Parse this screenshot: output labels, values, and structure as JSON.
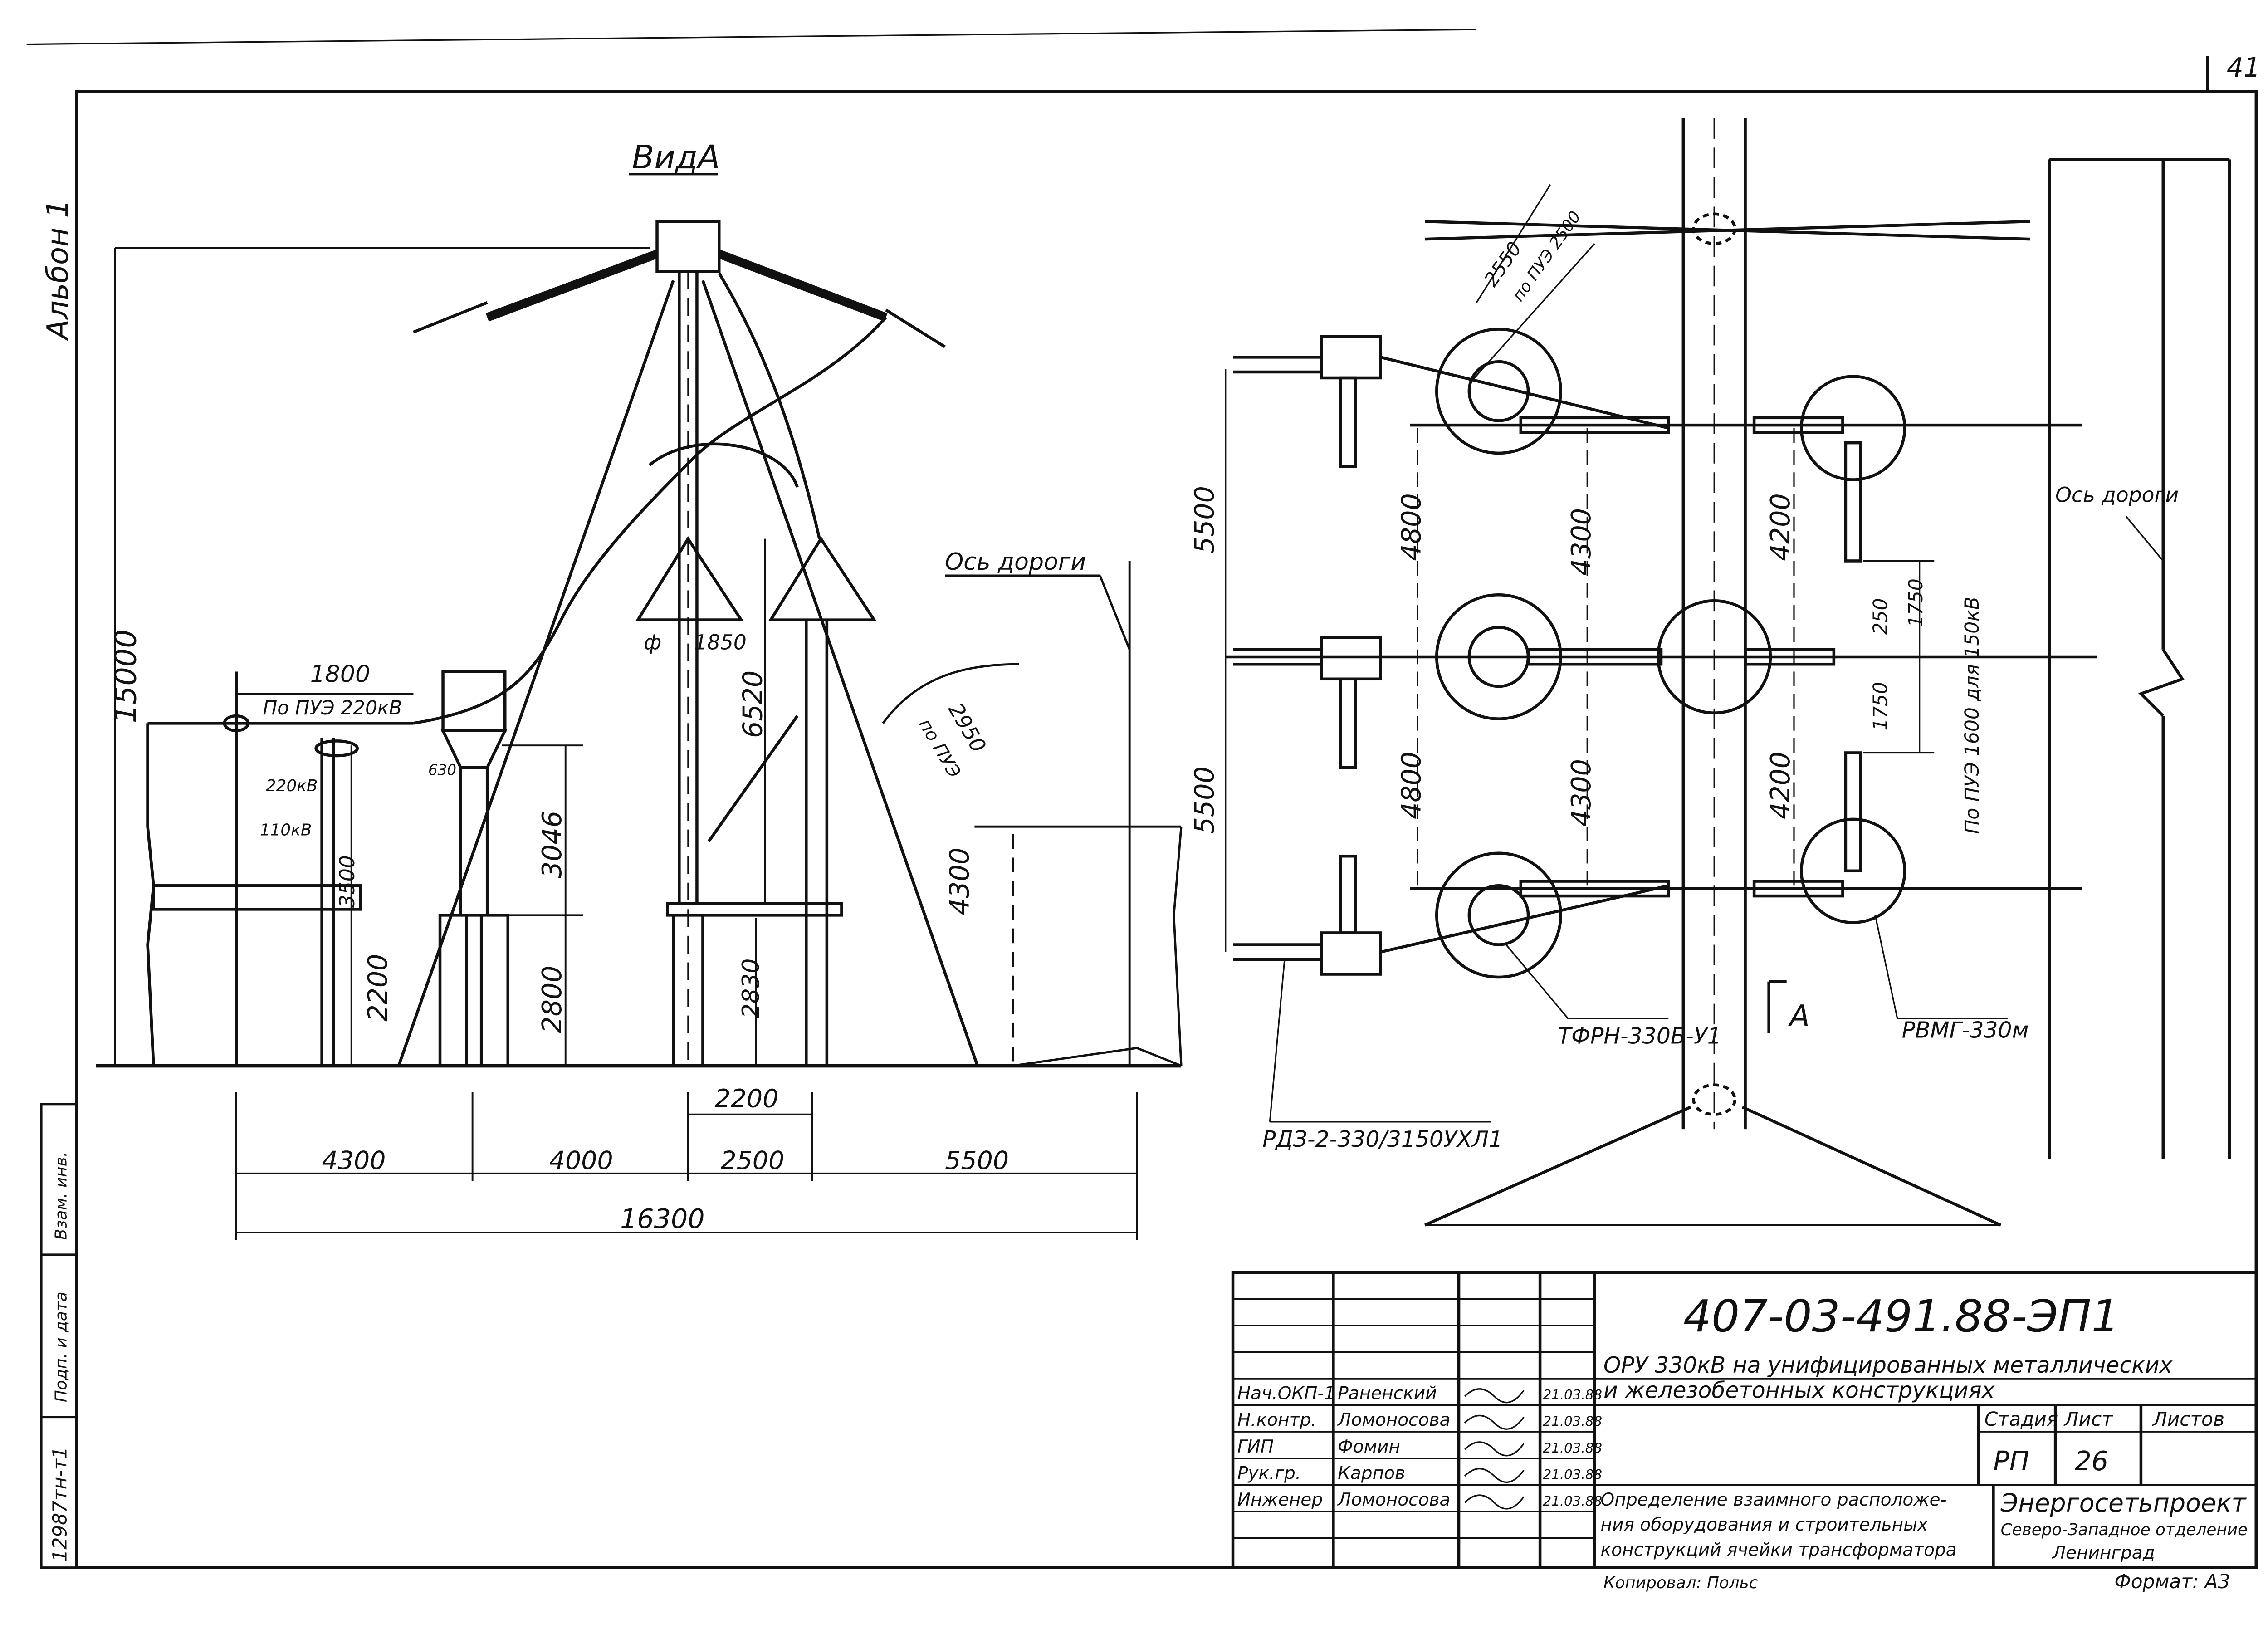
{
  "sheet_number": "41",
  "album": "Альбон 1",
  "side_stamp": {
    "inventory": "12987тн-т1",
    "field_a": "Подп. и дата",
    "field_b": "Взам. инв."
  },
  "view_title": "ВидА",
  "road_axis": "Ось дороги",
  "section": {
    "height_total": "15000",
    "dim_1800": "1800",
    "note_220": "По ПУЭ 220кВ",
    "v220": "220кВ",
    "v110": "110кВ",
    "d3500": "3500",
    "d2200": "2200",
    "d630": "630",
    "d3046": "3046",
    "d2800": "2800",
    "phi": "ф",
    "d1850": "1850",
    "d6520": "6520",
    "d2830": "2830",
    "d2950": "2950",
    "note_pue": "по ПУЭ",
    "d4300": "4300",
    "base_2200": "2200",
    "b4300": "4300",
    "b4000": "4000",
    "b2500": "2500",
    "b5500": "5500",
    "total": "16300"
  },
  "plan": {
    "d2550": "2550",
    "pue2500": "по ПУЭ 2500",
    "d5500a": "5500",
    "d5500b": "5500",
    "d4800a": "4800",
    "d4800b": "4800",
    "d4300a": "4300",
    "d4300b": "4300",
    "d4200a": "4200",
    "d4200b": "4200",
    "d250": "250",
    "d1750a": "1750",
    "d1750b": "1750",
    "pue150": "По ПУЭ 1600 для 150кВ",
    "tfrn": "ТФРН-330Б-У1",
    "rvmg": "РВМГ-330м",
    "rdz": "РДЗ-2-330/3150УХЛ1",
    "arrow_a": "А"
  },
  "title_block": {
    "code": "407-03-491.88-ЭП1",
    "project_line1": "ОРУ 330кВ на унифицированных металлических",
    "project_line2": "и железобетонных конструкциях",
    "stage_h": "Стадия",
    "sheet_h": "Лист",
    "sheets_h": "Листов",
    "stage": "РП",
    "sheet": "26",
    "sheets": "",
    "drawing_line1": "Определение взаимного расположе-",
    "drawing_line2": "ния оборудования и строительных",
    "drawing_line3": "конструкций ячейки трансформатора",
    "org1": "Энергосетьпроект",
    "org2": "Северо-Западное отделение",
    "org3": "Ленинград",
    "copied": "Копировал: Польс",
    "format": "Формат: А3",
    "signers": [
      {
        "role": "Нач.ОКП-1",
        "name": "Раненский",
        "date": "21.03.88"
      },
      {
        "role": "Н.контр.",
        "name": "Ломоносова",
        "date": "21.03.88"
      },
      {
        "role": "ГИП",
        "name": "Фомин",
        "date": "21.03.88"
      },
      {
        "role": "Рук.гр.",
        "name": "Карпов",
        "date": "21.03.88"
      },
      {
        "role": "Инженер",
        "name": "Ломоносова",
        "date": "21.03.88"
      }
    ]
  }
}
